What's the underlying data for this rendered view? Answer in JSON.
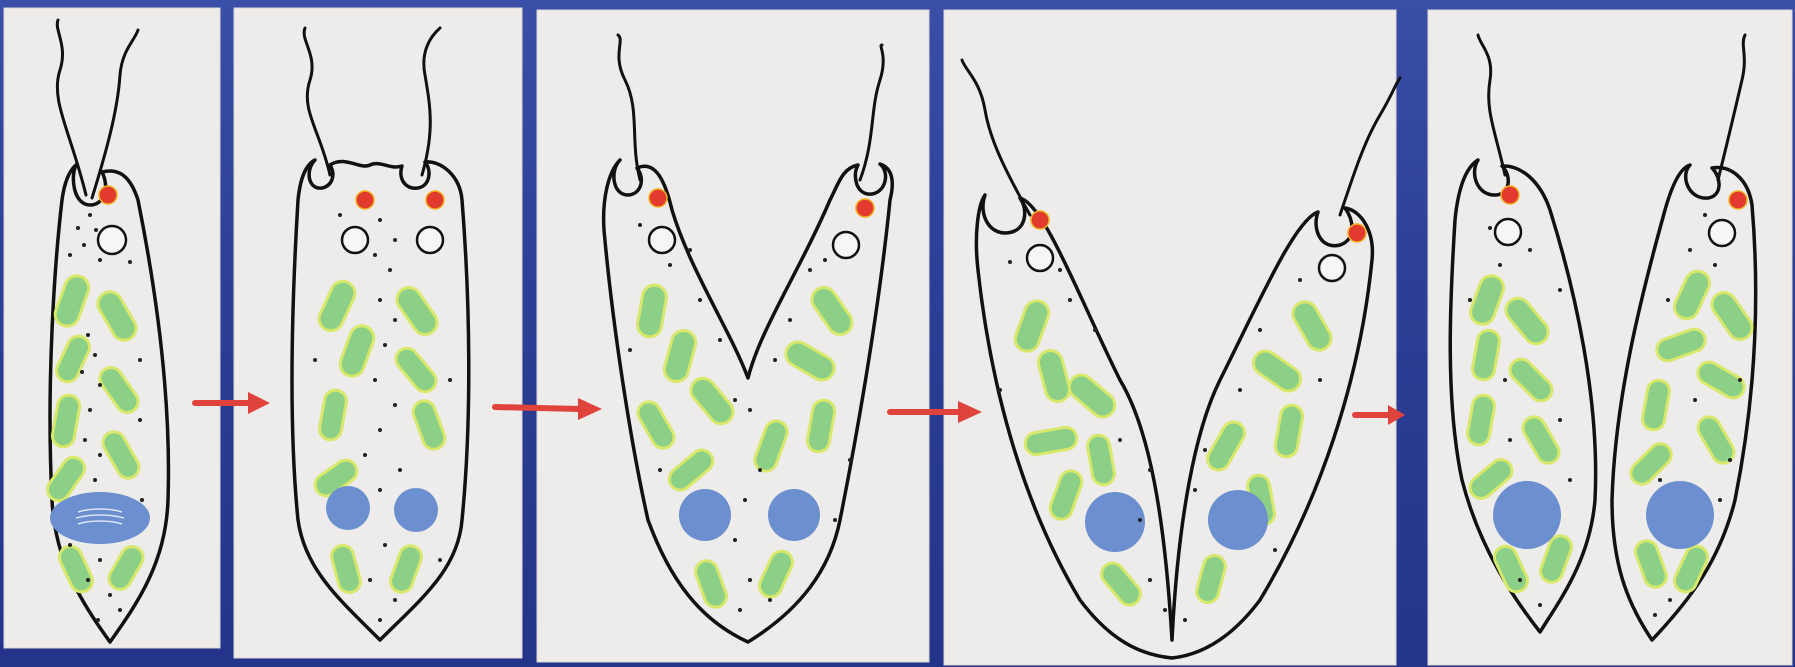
{
  "diagram": {
    "stages": [
      {
        "id": "stage-1",
        "description_icon": "single-cell-icon"
      },
      {
        "id": "stage-2",
        "description_icon": "two-nuclei-cell-icon"
      },
      {
        "id": "stage-3",
        "description_icon": "splitting-cell-icon"
      },
      {
        "id": "stage-4",
        "description_icon": "nearly-split-cell-icon"
      },
      {
        "id": "stage-5",
        "description_icon": "two-daughter-cells-icon"
      }
    ],
    "arrows": 4,
    "colors": {
      "background": "#2d3f96",
      "panel": "#eeecea",
      "outline": "#111111",
      "chloroplast": "#8ccf86",
      "chloroplast_rim": "#d7e86a",
      "nucleus": "#6b8fcf",
      "eyespot": "#e23a2e",
      "arrow": "#e0433b"
    }
  }
}
